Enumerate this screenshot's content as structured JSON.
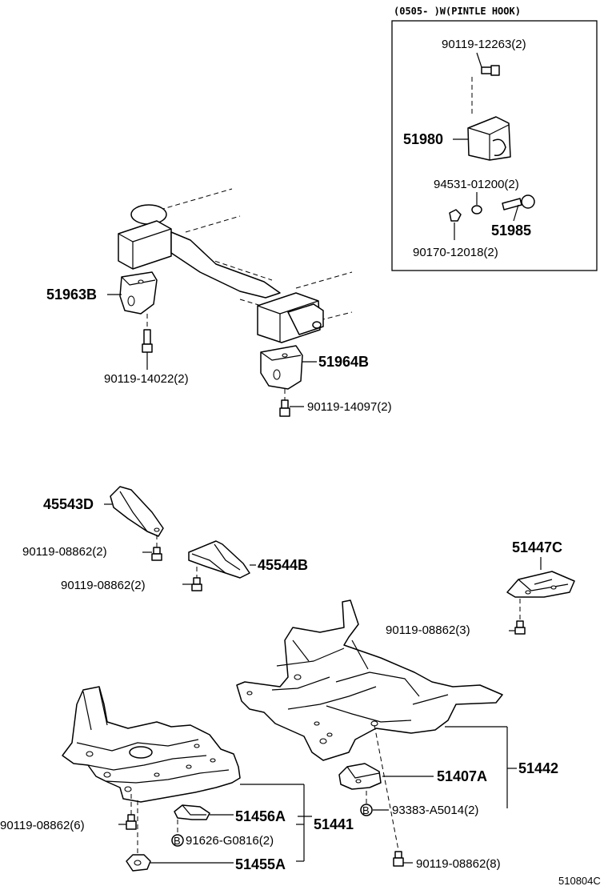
{
  "header": {
    "inset_title": "(0505-      )W(PINTLE HOOK)"
  },
  "inset": {
    "bolt_top": "90119-12263(2)",
    "pintle_hook": "51980",
    "washer": "94531-01200(2)",
    "pin": "51985",
    "nut": "90170-12018(2)"
  },
  "frame": {
    "left_bracket": "51963B",
    "left_bolt": "90119-14022(2)",
    "right_bracket": "51964B",
    "right_bolt": "90119-14097(2)"
  },
  "brackets": {
    "bracket_45543": "45543D",
    "bolt_a": "90119-08862(2)",
    "bolt_b": "90119-08862(2)",
    "bracket_45544": "45544B",
    "cover_51447": "51447C",
    "bolt_c": "90119-08862(3)"
  },
  "underbody": {
    "rear_cover": "51442",
    "bracket_51407": "51407A",
    "clip_b": "93383-A5014(2)",
    "front_cover": "51441",
    "bolt_front": "90119-08862(6)",
    "part_51456": "51456A",
    "clip_b2": "91626-G0816(2)",
    "part_51455": "51455A",
    "bolt_rear": "90119-08862(8)"
  },
  "markers": {
    "b_marker": "B"
  },
  "footer": {
    "diagram_code": "510804C"
  }
}
